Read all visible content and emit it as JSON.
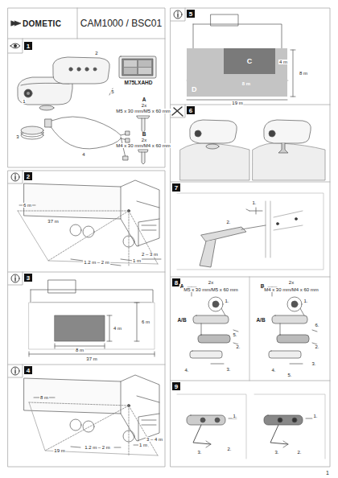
{
  "diagram": {
    "nodes": [
      {
        "text": [
          "DOMETIC"
        ]
      },
      {
        "text": [
          "CAM1000 / BSC01"
        ]
      },
      {
        "text": [
          "1"
        ]
      },
      {
        "text": [
          "2"
        ]
      },
      {
        "text": [
          "3"
        ]
      },
      {
        "text": [
          "4"
        ]
      },
      {
        "text": [
          "5"
        ]
      },
      {
        "text": [
          "D"
        ]
      },
      {
        "text": [
          "C"
        ],
        "in": 7
      },
      {
        "text": [
          "6"
        ]
      },
      {
        "text": [
          "7"
        ]
      },
      {
        "text": [
          "8"
        ]
      },
      {
        "text": [
          "9"
        ]
      }
    ],
    "labels": [
      "1",
      "2",
      "M75LXAHD",
      "3",
      "4",
      "5",
      "A",
      "2x",
      "M5 x 30 mm/M5 x 60 mm",
      "B",
      "2x",
      "M4 x 30 mm/M4 x 60 mm",
      "6 m",
      "37 m",
      "1.2 m – 2 m",
      "1 m",
      "2 – 3 m",
      "8 m",
      "4 m",
      "6 m",
      "37 m",
      "8 m",
      "19 m",
      "1.2 m – 2 m",
      "1 m",
      "3 – 4 m",
      "8 m",
      "4 m",
      "8 m",
      "19 m",
      "1.",
      "2.",
      "A",
      "2x",
      "M5 x 30 mm/M5 x 60 mm",
      "B",
      "2x",
      "M4 x 30 mm/M4 x 60 mm",
      "A/B",
      "1.",
      "5.",
      "2.",
      "3.",
      "4.",
      "A/B",
      "1.",
      "6.",
      "2.",
      "3.",
      "4.",
      "5.",
      "1.",
      "2.",
      "3.",
      "1.",
      "2.",
      "3.",
      "1"
    ]
  }
}
